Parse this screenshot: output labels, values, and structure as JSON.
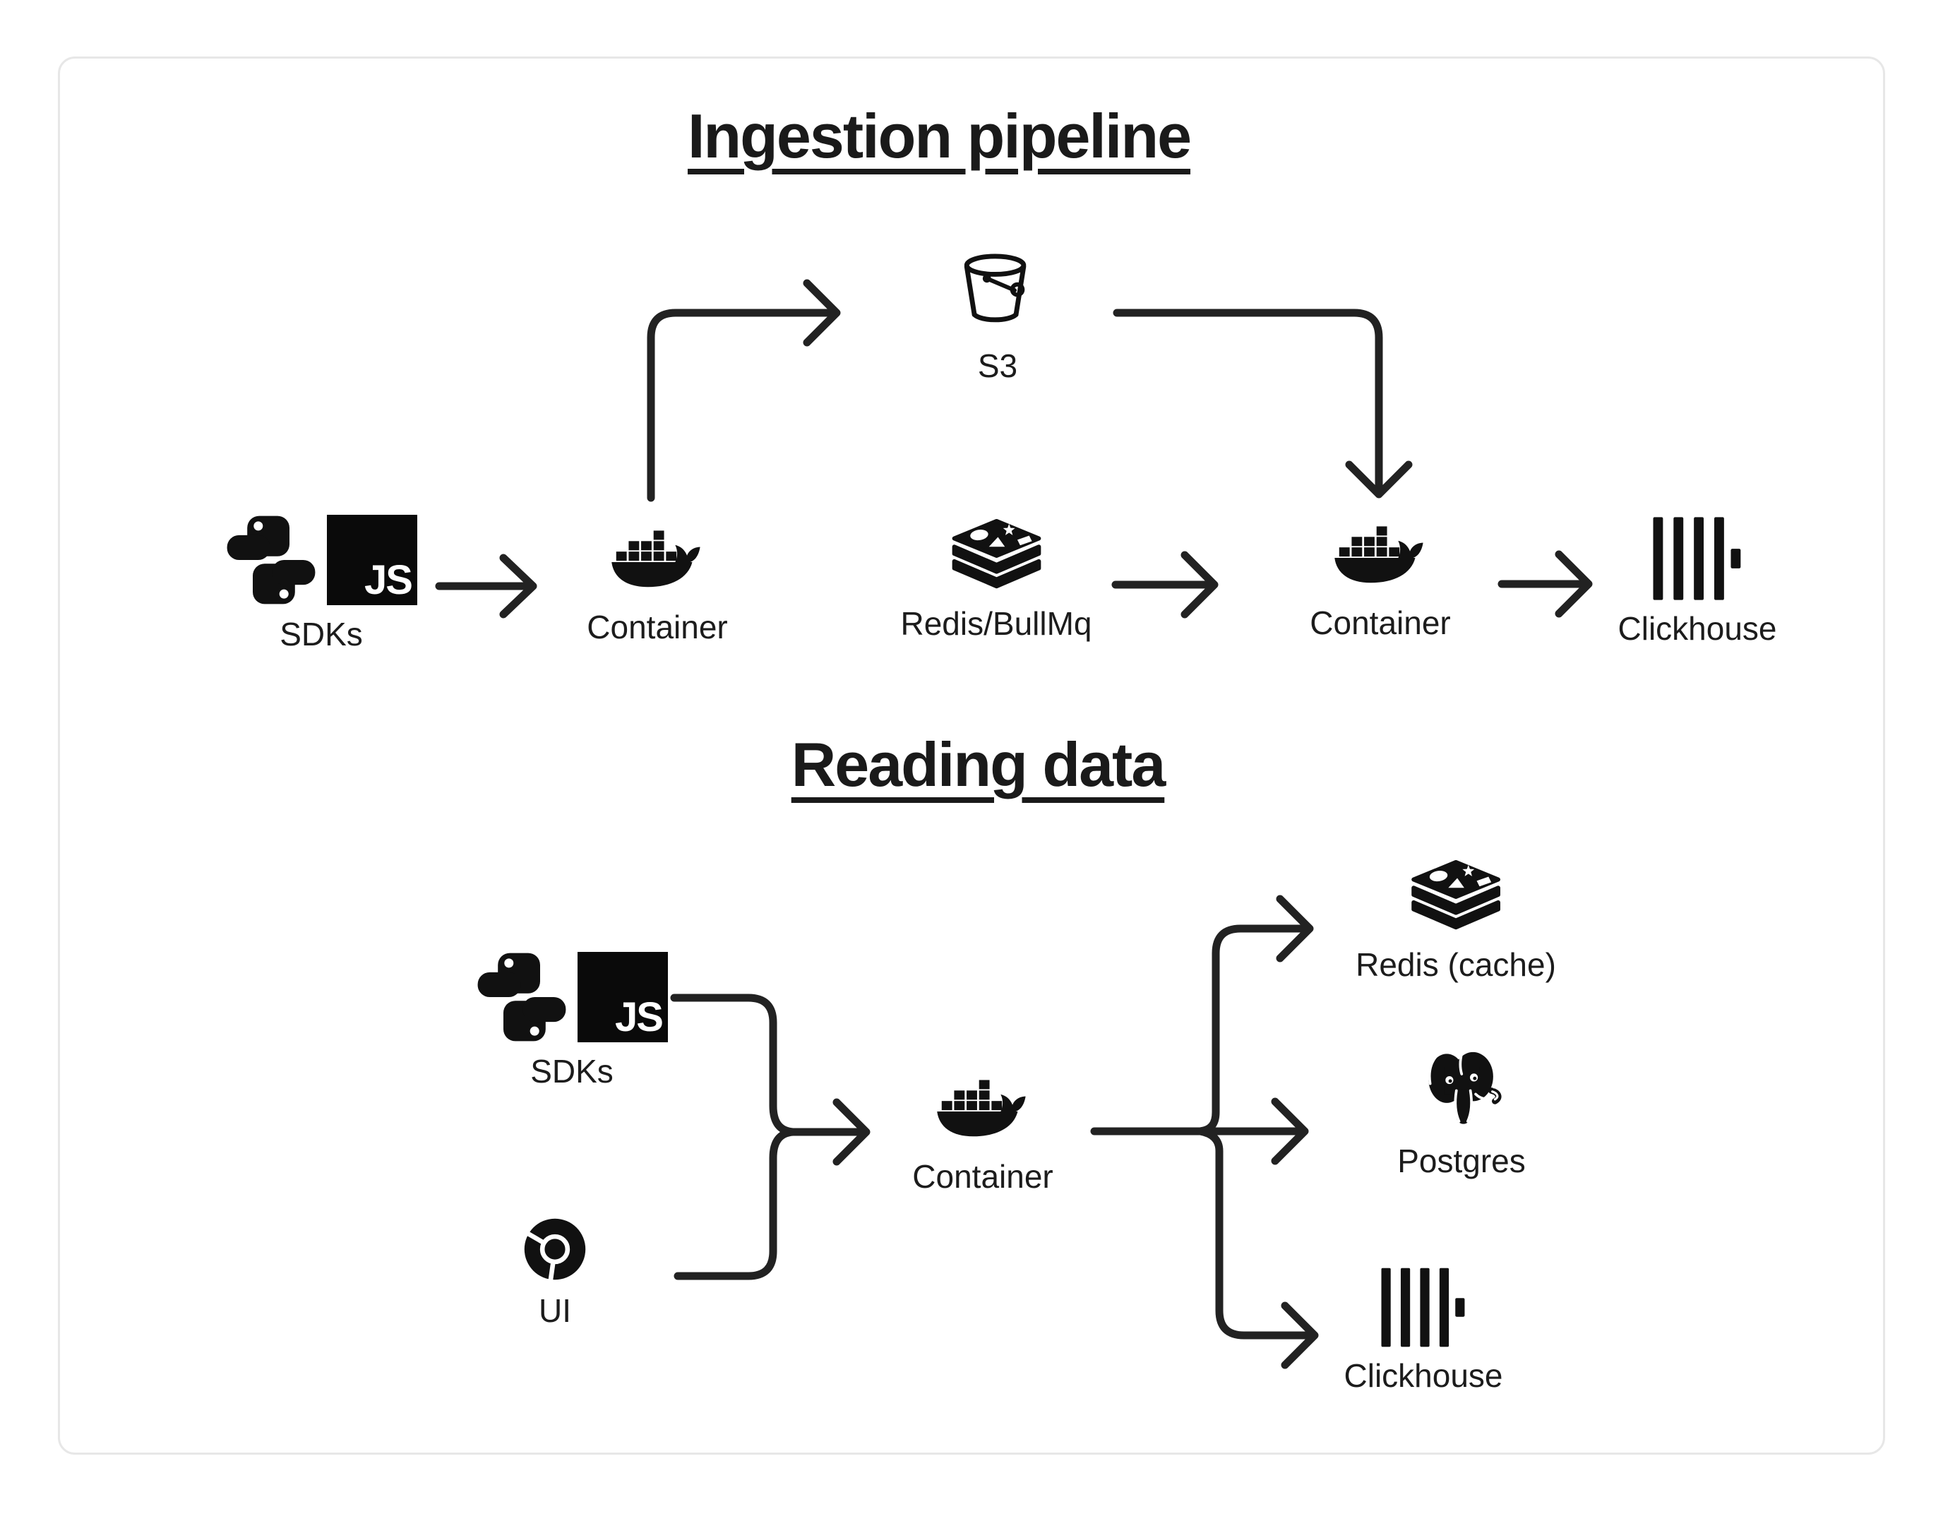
{
  "canvas": {
    "background": "#ffffff",
    "card_border": "#e7e7e7",
    "ink": "#1e1e1e",
    "label_color": "#1c1c1c"
  },
  "sections": {
    "ingestion": {
      "title": "Ingestion pipeline"
    },
    "reading": {
      "title": "Reading data"
    }
  },
  "badges": {
    "js": "JS"
  },
  "nodes": {
    "sdks1": {
      "label": "SDKs",
      "icons": [
        "python-icon",
        "javascript-icon"
      ]
    },
    "container1": {
      "label": "Container",
      "icons": [
        "docker-icon"
      ]
    },
    "redis1": {
      "label": "Redis/BullMq",
      "icons": [
        "redis-icon"
      ]
    },
    "container2": {
      "label": "Container",
      "icons": [
        "docker-icon"
      ]
    },
    "clickhouse1": {
      "label": "Clickhouse",
      "icons": [
        "clickhouse-icon"
      ]
    },
    "s3": {
      "label": "S3",
      "icons": [
        "s3-bucket-icon"
      ]
    },
    "sdks2": {
      "label": "SDKs",
      "icons": [
        "python-icon",
        "javascript-icon"
      ]
    },
    "ui": {
      "label": "UI",
      "icons": [
        "chrome-icon"
      ]
    },
    "container3": {
      "label": "Container",
      "icons": [
        "docker-icon"
      ]
    },
    "redis2": {
      "label": "Redis (cache)",
      "icons": [
        "redis-icon"
      ]
    },
    "postgres": {
      "label": "Postgres",
      "icons": [
        "postgres-icon"
      ]
    },
    "clickhouse2": {
      "label": "Clickhouse",
      "icons": [
        "clickhouse-icon"
      ]
    }
  },
  "edges": [
    {
      "from": "sdks1",
      "to": "container1"
    },
    {
      "from": "container1",
      "to": "s3"
    },
    {
      "from": "s3",
      "to": "container2"
    },
    {
      "from": "container1",
      "to": "redis1"
    },
    {
      "from": "redis1",
      "to": "container2"
    },
    {
      "from": "container2",
      "to": "clickhouse1"
    },
    {
      "from": "sdks2",
      "to": "container3"
    },
    {
      "from": "ui",
      "to": "container3"
    },
    {
      "from": "container3",
      "to": "redis2"
    },
    {
      "from": "container3",
      "to": "postgres"
    },
    {
      "from": "container3",
      "to": "clickhouse2"
    }
  ]
}
